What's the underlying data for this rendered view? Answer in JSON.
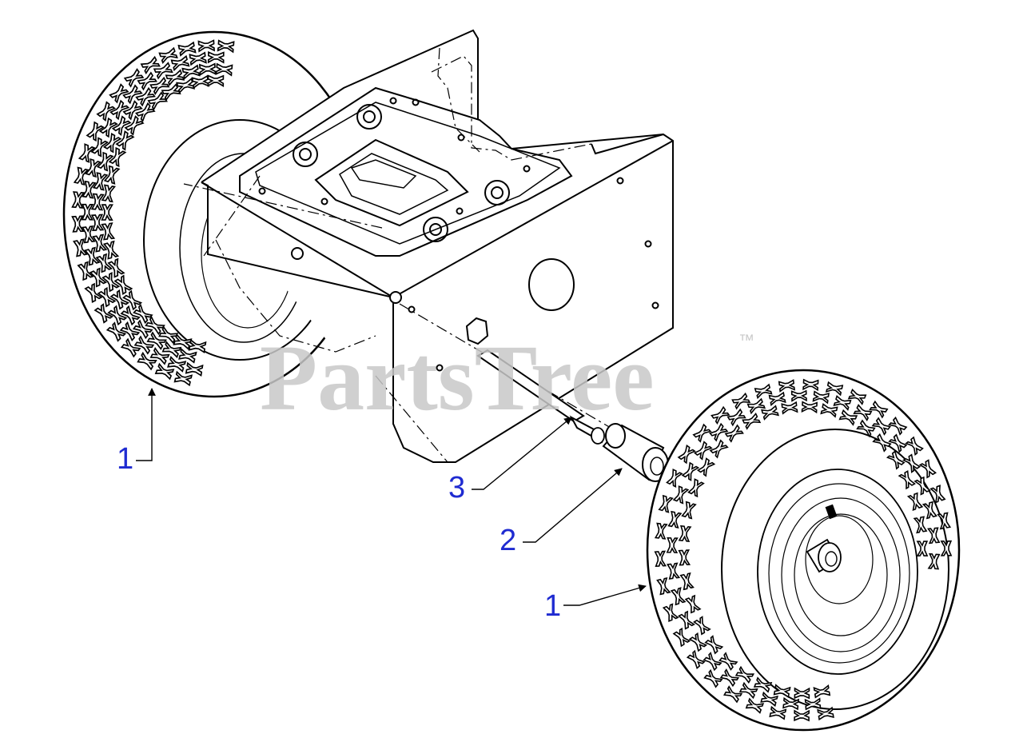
{
  "watermark": {
    "text": "PartsTree",
    "tm": "™"
  },
  "callouts": [
    {
      "id": "tire-left",
      "label": "1"
    },
    {
      "id": "spacer",
      "label": "2"
    },
    {
      "id": "axle",
      "label": "3"
    },
    {
      "id": "tire-right",
      "label": "1"
    }
  ],
  "colors": {
    "line": "#000000",
    "callout": "#1f2bd1",
    "watermark": "#c8c8c8"
  }
}
